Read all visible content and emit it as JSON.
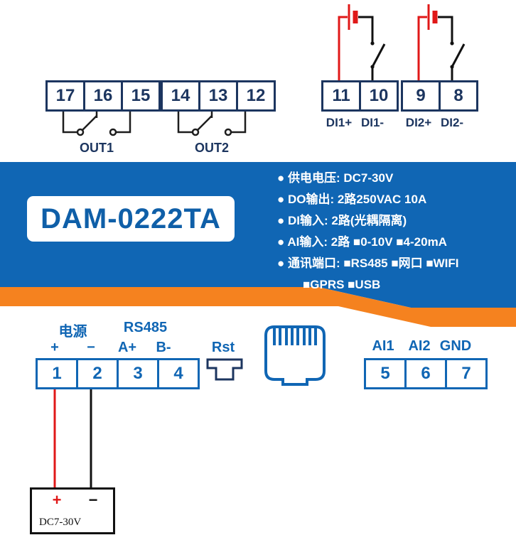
{
  "colors": {
    "panel_blue": "#1066b4",
    "navy": "#1c355f",
    "orange": "#f5821f",
    "wire_red": "#e01818",
    "wire_black": "#111111"
  },
  "model": "DAM-0222TA",
  "specs": [
    "● 供电电压: DC7-30V",
    "● DO输出: 2路250VAC 10A",
    "● DI输入: 2路(光耦隔离)",
    "● AI输入: 2路 ■0-10V ■4-20mA",
    "● 通讯端口: ■RS485 ■网口 ■WIFI",
    "■GPRS ■USB"
  ],
  "top_terminals": {
    "group1": [
      "17",
      "16",
      "15"
    ],
    "group2": [
      "14",
      "13",
      "12"
    ],
    "group3": [
      "11",
      "10"
    ],
    "group4": [
      "9",
      "8"
    ]
  },
  "relay_labels": [
    "OUT1",
    "OUT2"
  ],
  "di_labels": [
    "DI1+",
    "DI1-",
    "DI2+",
    "DI2-"
  ],
  "bottom": {
    "power_label": "电源",
    "rs485_label": "RS485",
    "pin_labels": [
      "+",
      "−",
      "A+",
      "B-"
    ],
    "terminals_left": [
      "1",
      "2",
      "3",
      "4"
    ],
    "rst_label": "Rst",
    "ai_labels": [
      "AI1",
      "AI2",
      "GND"
    ],
    "terminals_right": [
      "5",
      "6",
      "7"
    ],
    "battery": {
      "plus": "+",
      "minus": "−",
      "label": "DC7-30V"
    }
  }
}
